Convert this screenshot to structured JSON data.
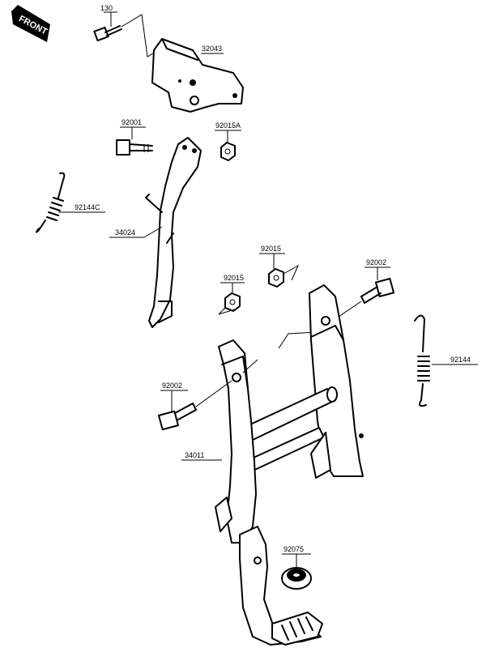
{
  "front_badge": "FRONT",
  "parts": {
    "p130": "130",
    "p32043": "32043",
    "p92001": "92001",
    "p92015A": "92015A",
    "p92144C": "92144C",
    "p34024": "34024",
    "p92015_top": "92015",
    "p92015_mid": "92015",
    "p92002_right": "92002",
    "p92144": "92144",
    "p92002_left": "92002",
    "p34011": "34011",
    "p92075": "92075"
  }
}
